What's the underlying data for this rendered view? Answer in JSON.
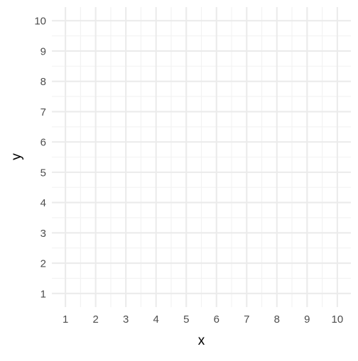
{
  "chart_data": {
    "type": "scatter",
    "title": "",
    "xlabel": "x",
    "ylabel": "y",
    "xlim": [
      0.55,
      10.45
    ],
    "ylim": [
      0.55,
      10.45
    ],
    "x_ticks": [
      1,
      2,
      3,
      4,
      5,
      6,
      7,
      8,
      9,
      10
    ],
    "y_ticks": [
      1,
      2,
      3,
      4,
      5,
      6,
      7,
      8,
      9,
      10
    ],
    "series": [
      {
        "x": [],
        "y": []
      }
    ],
    "grid": true,
    "minor_grid": true,
    "legend": "none",
    "colors": {
      "background": "#ffffff",
      "grid_major": "#ebebeb",
      "grid_minor": "#f2f2f2",
      "tick_text": "#4d4d4d",
      "axis_title": "#000000"
    }
  }
}
